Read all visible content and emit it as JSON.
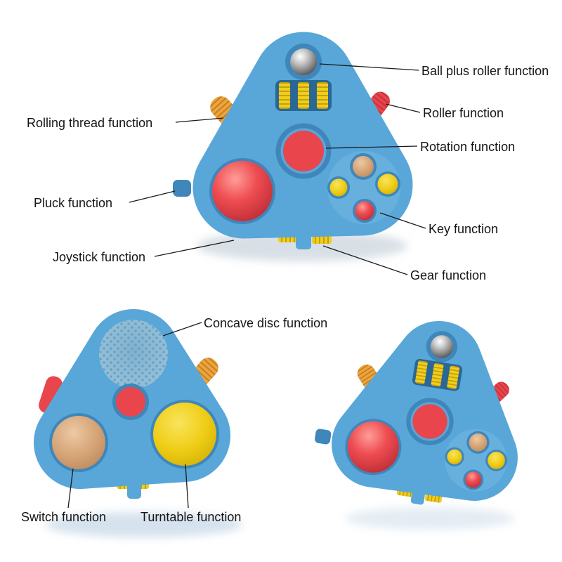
{
  "labels": {
    "ball_plus_roller": "Ball plus roller function",
    "roller": "Roller function",
    "rotation": "Rotation function",
    "rolling_thread": "Rolling thread function",
    "pluck": "Pluck function",
    "key": "Key function",
    "joystick": "Joystick function",
    "gear": "Gear function",
    "concave_disc": "Concave disc function",
    "switch": "Switch function",
    "turntable": "Turntable function"
  },
  "colors": {
    "body_blue": "#58a7d8",
    "body_blue_dark": "#3f86ba",
    "slot_blue": "#2b6795",
    "pad_blue": "#67b0de",
    "red": "#e8454d",
    "red_dark": "#c5333c",
    "yellow": "#f0ce1c",
    "yellow_dark": "#c2a00e",
    "orange": "#eca53f",
    "orange_dark": "#c67f1f",
    "tan": "#d6a476",
    "leader_line": "#1a1a1a",
    "background": "#ffffff"
  }
}
